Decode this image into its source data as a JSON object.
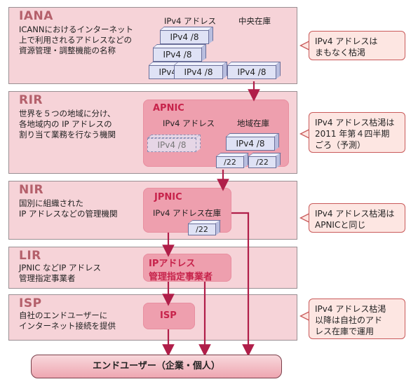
{
  "bands": {
    "iana": {
      "title": "IANA",
      "desc": "ICANNにおけるインターネット\n上で利用されるアドレスなどの\n資源管理・調整機能の名称"
    },
    "rir": {
      "title": "RIR",
      "desc": "世界を５つの地域に分け、\n各地域内の IP アドレスの\n割り当て業務を行なう機関"
    },
    "nir": {
      "title": "NIR",
      "desc": "国別に組織された\nIP アドレスなどの管理機関"
    },
    "lir": {
      "title": "LIR",
      "desc": "JPNIC などIP アドレス\n管理指定事業者"
    },
    "isp": {
      "title": "ISP",
      "desc": "自社のエンドユーザーに\nインターネット接続を提供"
    }
  },
  "iana_block": {
    "col_address": "IPv4 アドレス",
    "col_central": "中央在庫",
    "block_label": "IPv4 /8"
  },
  "apnic": {
    "title": "APNIC",
    "col_address": "IPv4 アドレス",
    "col_regional": "地域在庫",
    "block_label": "IPv4 /8",
    "sub_label": "/22"
  },
  "jpnic": {
    "title": "JPNIC",
    "stock_label": "IPv4 アドレス在庫",
    "sub_label": "/22"
  },
  "lir_org": {
    "title": "IPアドレス\n管理指定事業者"
  },
  "isp_org": {
    "title": "ISP"
  },
  "callouts": {
    "iana": "IPv4 アドレスは\nまもなく枯渇",
    "rir": "IPv4 アドレス枯渇は\n2011 年第４四半期\nごろ（予測）",
    "nir": "IPv4 アドレス枯渇は\nAPNICと同じ",
    "isp": "IPv4 アドレス枯渇\n以降は自社のアド\nレス在庫で運用"
  },
  "end_user": "エンドユーザー（企業・個人）",
  "colors": {
    "arrow": "#b01e49",
    "title": "#b4606b",
    "org_title": "#c7234b",
    "callout_border": "#c95a5a"
  }
}
